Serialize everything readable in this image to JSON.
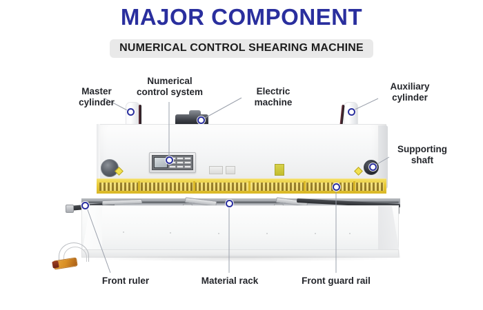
{
  "header": {
    "title": "MAJOR COMPONENT",
    "subtitle": "NUMERICAL CONTROL SHEARING MACHINE",
    "title_color": "#2a2f9e",
    "subtitle_bg": "#e9e9e9",
    "subtitle_color": "#1d1d1d"
  },
  "diagram": {
    "subject": "Numerical control hydraulic guillotine shearing machine",
    "accent_color": "#2a2f9e",
    "machine_body_color": "#f4f5f6",
    "guard_rail_color": "#e8ca38",
    "pedal_color": "#d98f24"
  },
  "callouts": [
    {
      "id": "master-cylinder",
      "label_line1": "Master",
      "label_line2": "cylinder"
    },
    {
      "id": "numerical-control-system",
      "label_line1": "Numerical",
      "label_line2": "control system"
    },
    {
      "id": "electric-machine",
      "label_line1": "Electric",
      "label_line2": "machine"
    },
    {
      "id": "auxiliary-cylinder",
      "label_line1": "Auxiliary",
      "label_line2": "cylinder"
    },
    {
      "id": "supporting-shaft",
      "label_line1": "Supporting",
      "label_line2": "shaft"
    },
    {
      "id": "front-ruler",
      "label_line1": "Front ruler",
      "label_line2": ""
    },
    {
      "id": "material-rack",
      "label_line1": "Material rack",
      "label_line2": ""
    },
    {
      "id": "front-guard-rail",
      "label_line1": "Front guard rail",
      "label_line2": ""
    }
  ],
  "control_panel": {
    "name": "numerical control panel",
    "key_count": 9,
    "has_screen": true
  }
}
